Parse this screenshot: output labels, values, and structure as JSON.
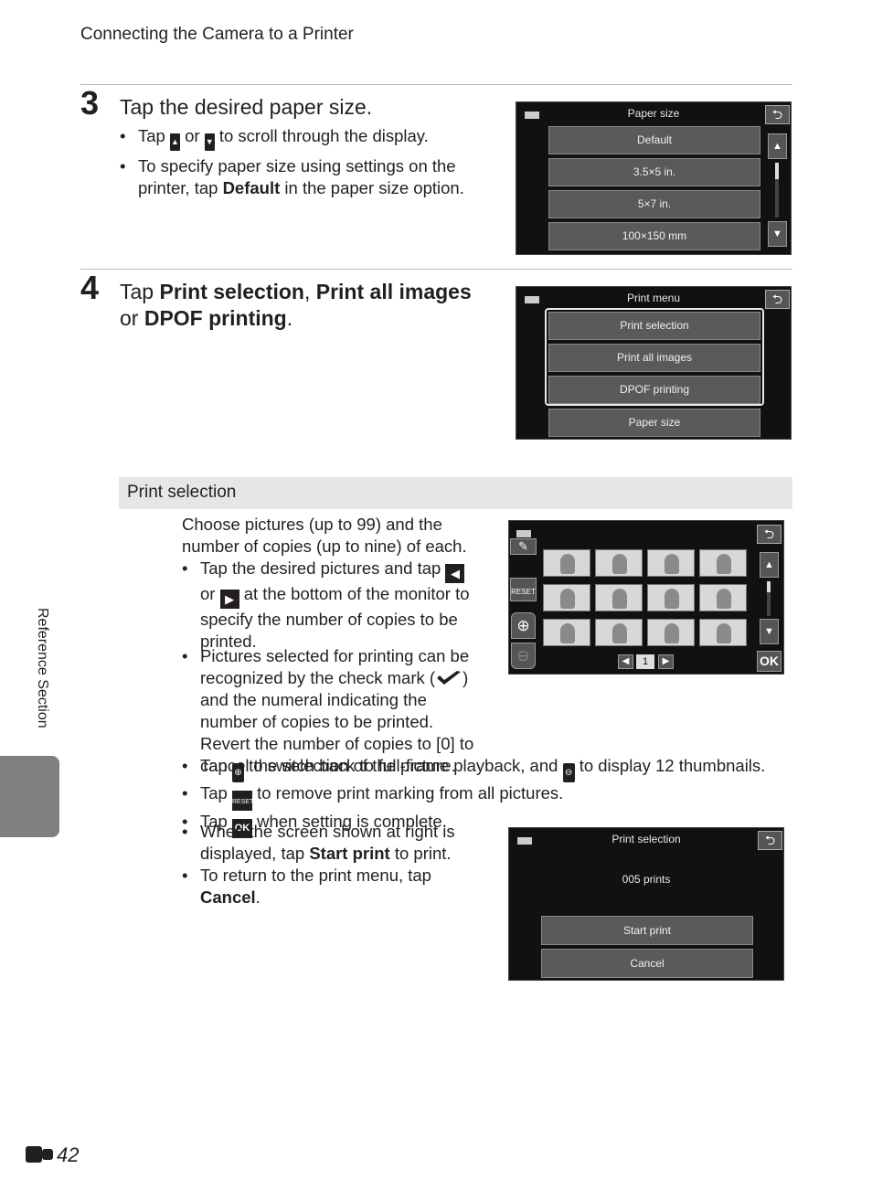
{
  "header": {
    "title": "Connecting the Camera to a Printer"
  },
  "side": {
    "label": "Reference Section"
  },
  "page": {
    "number": "42"
  },
  "step3": {
    "number": "3",
    "title": "Tap the desired paper size.",
    "b1_pre": "Tap",
    "b1_or": "or",
    "b1_post": "to scroll through the display.",
    "b2_pre": "To specify paper size using settings on the printer, tap",
    "b2_bold": "Default",
    "b2_post": "in the paper size option."
  },
  "step4": {
    "number": "4",
    "tap": "Tap",
    "opt1": "Print selection",
    "comma": ",",
    "opt2": "Print all images",
    "or": "or",
    "opt3": "DPOF printing",
    "period": "."
  },
  "screen_paper": {
    "title": "Paper size",
    "items": [
      "Default",
      "3.5×5 in.",
      "5×7 in.",
      "100×150 mm"
    ]
  },
  "screen_menu": {
    "title": "Print menu",
    "items": [
      "Print selection",
      "Print all images",
      "DPOF printing",
      "Paper size"
    ]
  },
  "section": {
    "title": "Print selection"
  },
  "selection": {
    "intro": "Choose pictures (up to 99) and the number of copies (up to nine) of each.",
    "b1_a": "Tap the desired pictures and tap",
    "b1_b": "or",
    "b1_c": "at the bottom of the monitor to specify the number of copies to be printed.",
    "b2_a": "Pictures selected for printing can be recognized by the check mark (",
    "b2_b": ") and the numeral indicating the number of copies to be printed. Revert the number of copies to [0] to cancel the selection of the picture.",
    "b3_a": "Tap",
    "b3_b": "to switch back to full-frame playback, and",
    "b3_c": "to display 12 thumbnails.",
    "b4_a": "Tap",
    "b4_b": "to remove print marking from all pictures.",
    "b5_a": "Tap",
    "b5_b": "when setting is complete.",
    "b6_a": "When the screen shown at right is displayed, tap",
    "b6_bold": "Start print",
    "b6_b": "to print.",
    "b7_a": "To return to the print menu, tap",
    "b7_bold": "Cancel",
    "b7_b": "."
  },
  "screen_thumbs": {
    "reset": "RESET",
    "ok": "OK",
    "count": "1"
  },
  "screen_confirm": {
    "title": "Print selection",
    "prints": "005 prints",
    "start": "Start print",
    "cancel": "Cancel"
  },
  "icons": {
    "scroll_up": "▲",
    "scroll_down": "▼",
    "back": "⮌",
    "left": "◀",
    "right": "▶",
    "zoom_in": "⊕",
    "zoom_out": "⊖"
  }
}
